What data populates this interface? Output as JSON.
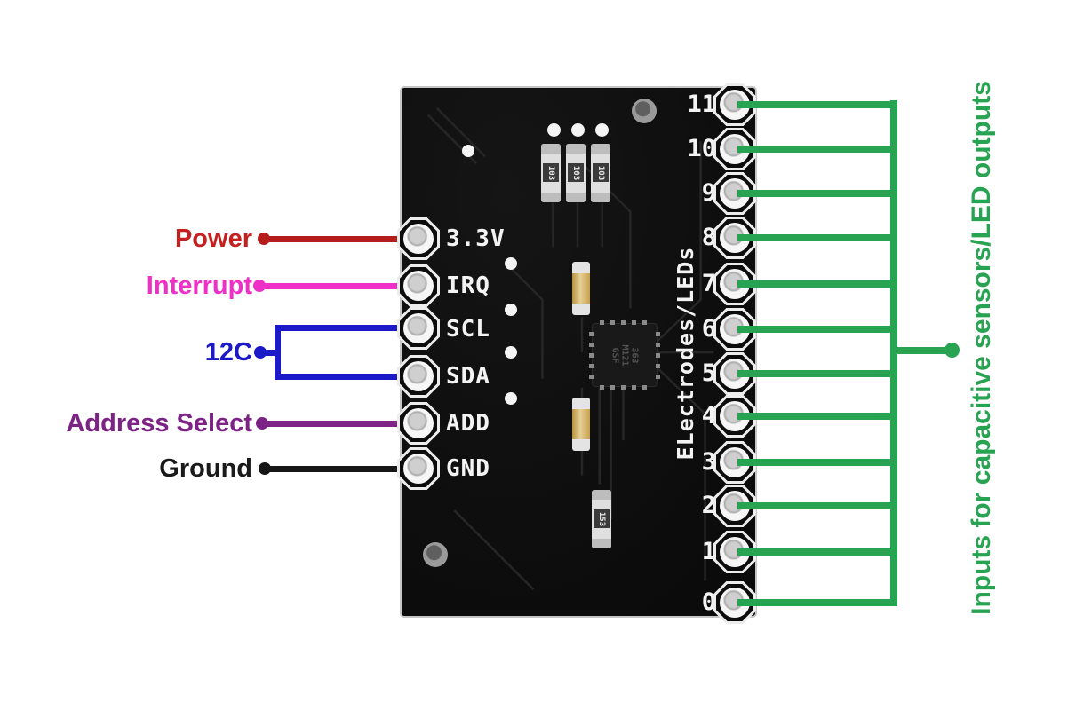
{
  "annotations": {
    "left": [
      {
        "label": "Power",
        "color": "#c3201f",
        "target_pin": "3.3V"
      },
      {
        "label": "Interrupt",
        "color": "#ee30c8",
        "target_pin": "IRQ"
      },
      {
        "label": "12C",
        "color": "#1c19c9",
        "target_pins": "SCL, SDA"
      },
      {
        "label": "Address Select",
        "color": "#7c2385",
        "target_pin": "ADD"
      },
      {
        "label": "Ground",
        "color": "#161616",
        "target_pin": "GND"
      }
    ],
    "right": {
      "label": "Inputs for capacitive sensors/LED outputs",
      "color": "#28a351"
    }
  },
  "board": {
    "left_pin_labels": [
      "3.3V",
      "IRQ",
      "SCL",
      "SDA",
      "ADD",
      "GND"
    ],
    "right_pin_numbers": [
      "11",
      "10",
      "9",
      "8",
      "7",
      "6",
      "5",
      "4",
      "3",
      "2",
      "1",
      "0"
    ],
    "silkscreen_label": "ELectrodes/LEDs",
    "chip_marking": "363\nM121\nGSF",
    "resistors": [
      {
        "marking": "103"
      },
      {
        "marking": "103"
      },
      {
        "marking": "103"
      },
      {
        "marking": "153"
      }
    ]
  },
  "colors": {
    "board": "#0d0d0d",
    "green": "#28a351",
    "red": "#c3201f",
    "magenta": "#ee30c8",
    "blue": "#1c19c9",
    "purple": "#7c2385",
    "black": "#161616"
  }
}
